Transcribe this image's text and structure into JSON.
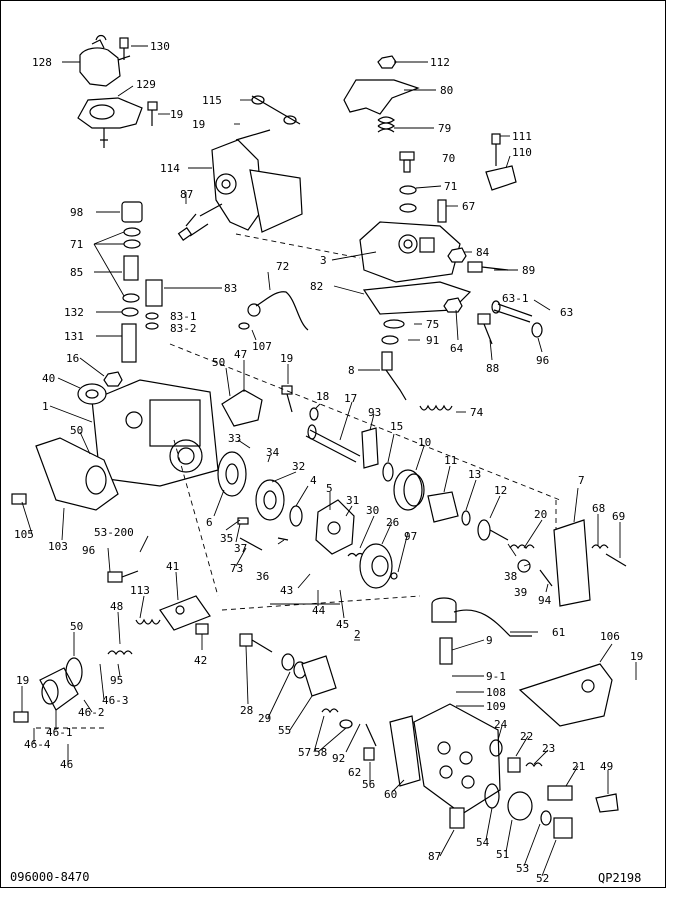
{
  "document_code": "096000-8470",
  "figure_code": "QP2198",
  "callouts": [
    {
      "id": "c130",
      "text": "130"
    },
    {
      "id": "c128",
      "text": "128"
    },
    {
      "id": "c129",
      "text": "129"
    },
    {
      "id": "c19a",
      "text": "19"
    },
    {
      "id": "c112",
      "text": "112"
    },
    {
      "id": "c80",
      "text": "80"
    },
    {
      "id": "c115",
      "text": "115"
    },
    {
      "id": "c19b",
      "text": "19"
    },
    {
      "id": "c79",
      "text": "79"
    },
    {
      "id": "c111",
      "text": "111"
    },
    {
      "id": "c110",
      "text": "110"
    },
    {
      "id": "c70",
      "text": "70"
    },
    {
      "id": "c114",
      "text": "114"
    },
    {
      "id": "c71a",
      "text": "71"
    },
    {
      "id": "c87a",
      "text": "87"
    },
    {
      "id": "c67",
      "text": "67"
    },
    {
      "id": "c98",
      "text": "98"
    },
    {
      "id": "c71b",
      "text": "71"
    },
    {
      "id": "c84",
      "text": "84"
    },
    {
      "id": "c3",
      "text": "3"
    },
    {
      "id": "c85",
      "text": "85"
    },
    {
      "id": "c72",
      "text": "72"
    },
    {
      "id": "c89",
      "text": "89"
    },
    {
      "id": "c83",
      "text": "83"
    },
    {
      "id": "c82",
      "text": "82"
    },
    {
      "id": "c63_1",
      "text": "63-1"
    },
    {
      "id": "c63",
      "text": "63"
    },
    {
      "id": "c132",
      "text": "132"
    },
    {
      "id": "c83_1",
      "text": "83-1"
    },
    {
      "id": "c83_2",
      "text": "83-2"
    },
    {
      "id": "c75",
      "text": "75"
    },
    {
      "id": "c131",
      "text": "131"
    },
    {
      "id": "c107",
      "text": "107"
    },
    {
      "id": "c91",
      "text": "91"
    },
    {
      "id": "c64",
      "text": "64"
    },
    {
      "id": "c88",
      "text": "88"
    },
    {
      "id": "c96a",
      "text": "96"
    },
    {
      "id": "c16",
      "text": "16"
    },
    {
      "id": "c50a",
      "text": "50"
    },
    {
      "id": "c47",
      "text": "47"
    },
    {
      "id": "c19c",
      "text": "19"
    },
    {
      "id": "c8",
      "text": "8"
    },
    {
      "id": "c40",
      "text": "40"
    },
    {
      "id": "c1",
      "text": "1"
    },
    {
      "id": "c18",
      "text": "18"
    },
    {
      "id": "c17",
      "text": "17"
    },
    {
      "id": "c93",
      "text": "93"
    },
    {
      "id": "c74",
      "text": "74"
    },
    {
      "id": "c50b",
      "text": "50"
    },
    {
      "id": "c33",
      "text": "33"
    },
    {
      "id": "c34",
      "text": "34"
    },
    {
      "id": "c15",
      "text": "15"
    },
    {
      "id": "c10",
      "text": "10"
    },
    {
      "id": "c11",
      "text": "11"
    },
    {
      "id": "c32",
      "text": "32"
    },
    {
      "id": "c4",
      "text": "4"
    },
    {
      "id": "c13",
      "text": "13"
    },
    {
      "id": "c7",
      "text": "7"
    },
    {
      "id": "c5",
      "text": "5"
    },
    {
      "id": "c12",
      "text": "12"
    },
    {
      "id": "c31",
      "text": "31"
    },
    {
      "id": "c68",
      "text": "68"
    },
    {
      "id": "c69",
      "text": "69"
    },
    {
      "id": "c6",
      "text": "6"
    },
    {
      "id": "c30",
      "text": "30"
    },
    {
      "id": "c20",
      "text": "20"
    },
    {
      "id": "c105",
      "text": "105"
    },
    {
      "id": "c35",
      "text": "35"
    },
    {
      "id": "c26",
      "text": "26"
    },
    {
      "id": "c97",
      "text": "97"
    },
    {
      "id": "c103",
      "text": "103"
    },
    {
      "id": "c37",
      "text": "37"
    },
    {
      "id": "c53_200",
      "text": "53-200"
    },
    {
      "id": "c36",
      "text": "36"
    },
    {
      "id": "c38",
      "text": "38"
    },
    {
      "id": "c39",
      "text": "39"
    },
    {
      "id": "c94",
      "text": "94"
    },
    {
      "id": "c96b",
      "text": "96"
    },
    {
      "id": "c73",
      "text": "73"
    },
    {
      "id": "c41",
      "text": "41"
    },
    {
      "id": "c43",
      "text": "43"
    },
    {
      "id": "c113",
      "text": "113"
    },
    {
      "id": "c44",
      "text": "44"
    },
    {
      "id": "c48",
      "text": "48"
    },
    {
      "id": "c45",
      "text": "45"
    },
    {
      "id": "c2",
      "text": "2"
    },
    {
      "id": "c61",
      "text": "61"
    },
    {
      "id": "c50c",
      "text": "50"
    },
    {
      "id": "c42",
      "text": "42"
    },
    {
      "id": "c106",
      "text": "106"
    },
    {
      "id": "c9",
      "text": "9"
    },
    {
      "id": "c19d",
      "text": "19"
    },
    {
      "id": "c95",
      "text": "95"
    },
    {
      "id": "c9_1",
      "text": "9-1"
    },
    {
      "id": "c19e",
      "text": "19"
    },
    {
      "id": "c46_2",
      "text": "46-2"
    },
    {
      "id": "c46_3",
      "text": "46-3"
    },
    {
      "id": "c28",
      "text": "28"
    },
    {
      "id": "c108",
      "text": "108"
    },
    {
      "id": "c109",
      "text": "109"
    },
    {
      "id": "c24",
      "text": "24"
    },
    {
      "id": "c46_1",
      "text": "46-1"
    },
    {
      "id": "c29",
      "text": "29"
    },
    {
      "id": "c22",
      "text": "22"
    },
    {
      "id": "c55",
      "text": "55"
    },
    {
      "id": "c57",
      "text": "57"
    },
    {
      "id": "c46_4",
      "text": "46-4"
    },
    {
      "id": "c58",
      "text": "58"
    },
    {
      "id": "c92",
      "text": "92"
    },
    {
      "id": "c62",
      "text": "62"
    },
    {
      "id": "c23",
      "text": "23"
    },
    {
      "id": "c46",
      "text": "46"
    },
    {
      "id": "c49",
      "text": "49"
    },
    {
      "id": "c21",
      "text": "21"
    },
    {
      "id": "c56",
      "text": "56"
    },
    {
      "id": "c60",
      "text": "60"
    },
    {
      "id": "c87b",
      "text": "87"
    },
    {
      "id": "c54",
      "text": "54"
    },
    {
      "id": "c51",
      "text": "51"
    },
    {
      "id": "c53",
      "text": "53"
    },
    {
      "id": "c52",
      "text": "52"
    }
  ]
}
